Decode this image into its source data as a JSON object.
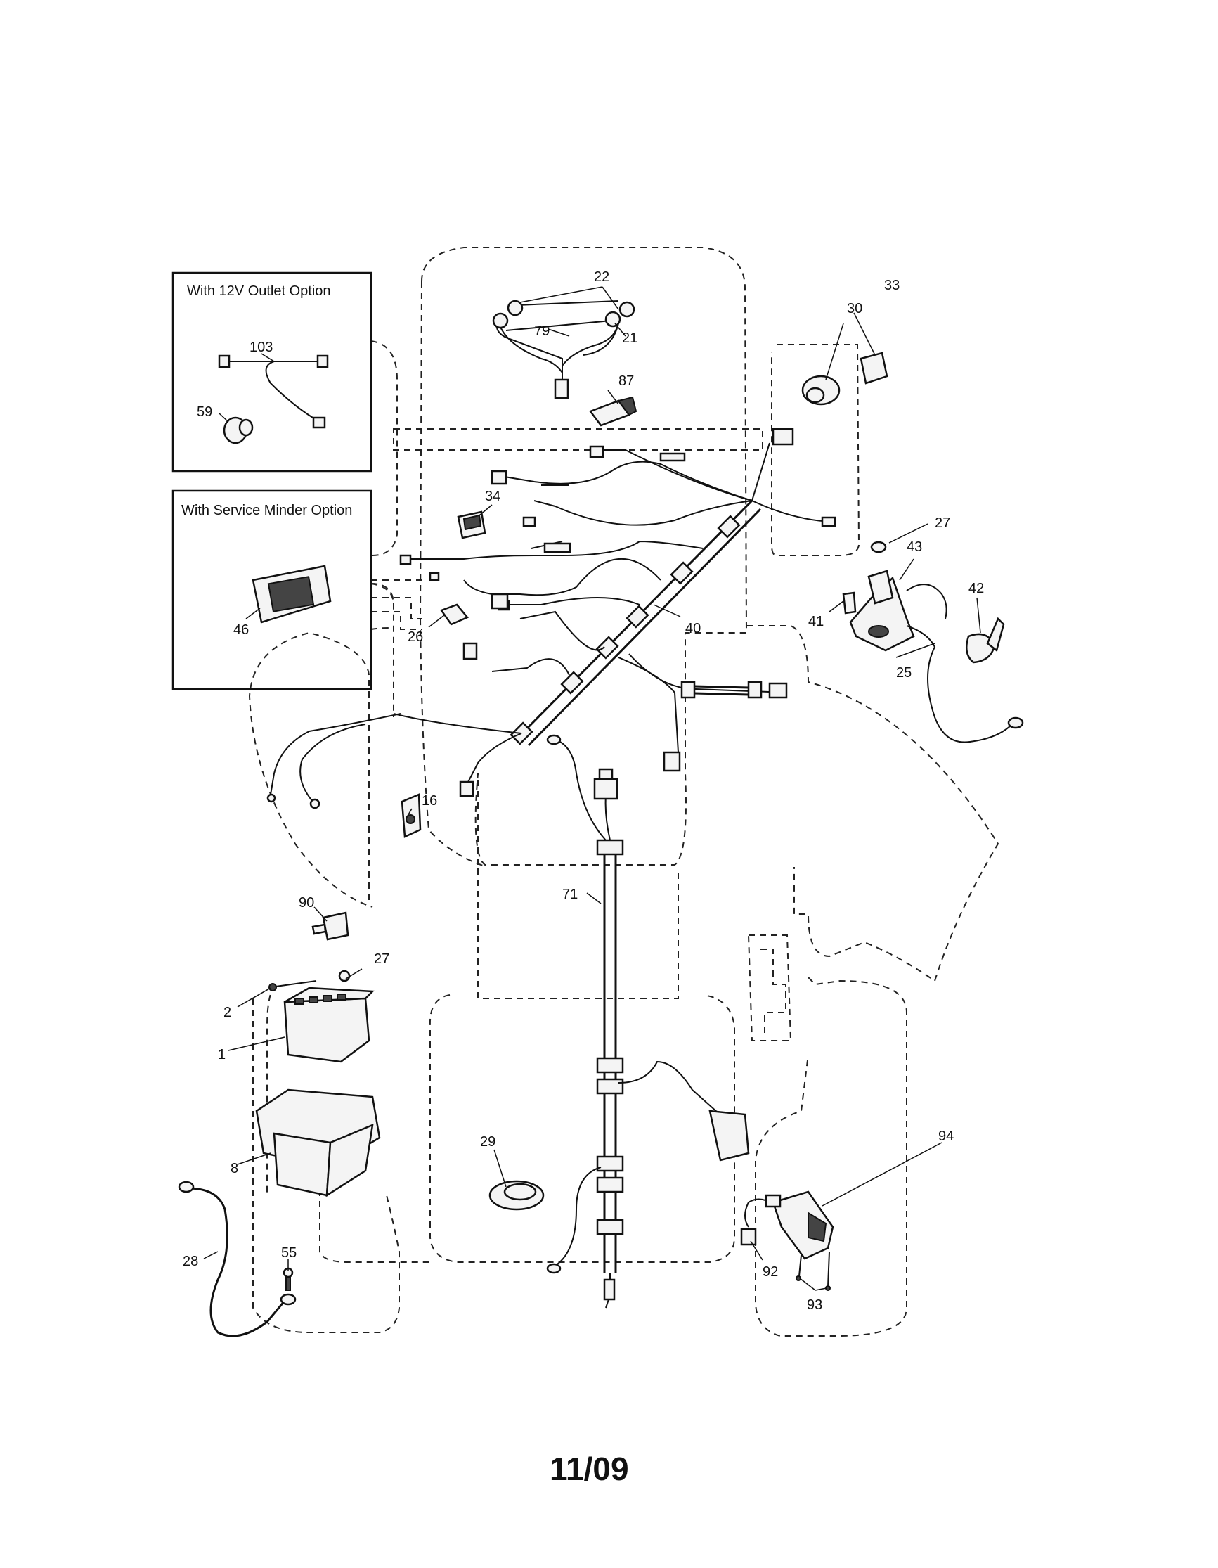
{
  "insets": {
    "outlet_option_title": "With 12V Outlet Option",
    "service_minder_title": "With Service Minder Option"
  },
  "callouts": {
    "c1": "1",
    "c2": "2",
    "c8": "8",
    "c16": "16",
    "c21": "21",
    "c22": "22",
    "c25": "25",
    "c26": "26",
    "c27a": "27",
    "c27b": "27",
    "c28": "28",
    "c29": "29",
    "c30": "30",
    "c33": "33",
    "c34": "34",
    "c40": "40",
    "c41": "41",
    "c42": "42",
    "c43": "43",
    "c46": "46",
    "c55": "55",
    "c59": "59",
    "c71": "71",
    "c79": "79",
    "c87": "87",
    "c90": "90",
    "c92": "92",
    "c93": "93",
    "c94": "94",
    "c103": "103"
  },
  "footer": {
    "date_code": "11/09"
  }
}
